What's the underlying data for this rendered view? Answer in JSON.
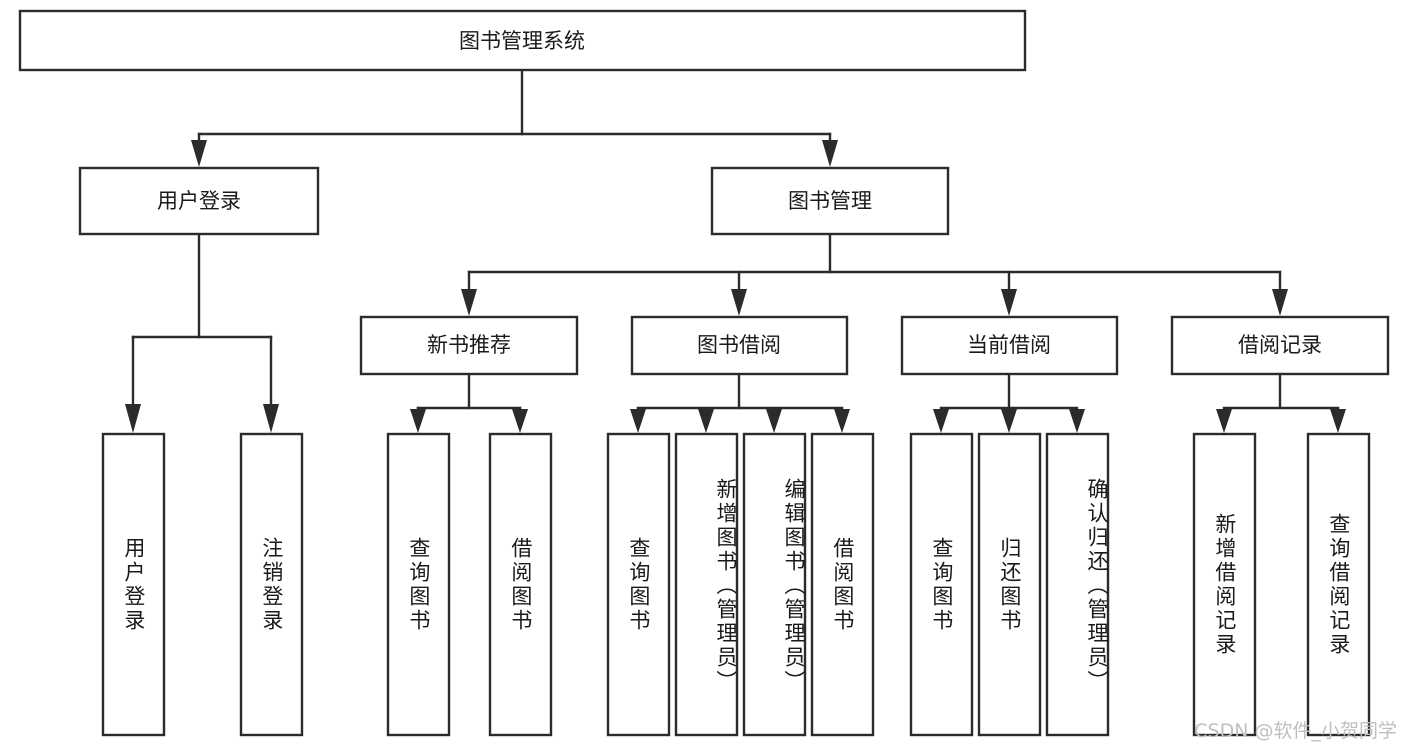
{
  "diagram": {
    "type": "tree-hierarchy-chart",
    "title": "图书管理系统",
    "orientation": "top-down",
    "colors": {
      "box_fill": "#ffffff",
      "box_stroke": "#2b2b2b",
      "text": "#1a1a1a",
      "background": "#ffffff",
      "watermark": "#bfbfbf"
    },
    "levels": {
      "level1": [
        {
          "id": "root",
          "label": "图书管理系统"
        }
      ],
      "level2": [
        {
          "id": "user-login",
          "label": "用户登录",
          "parent": "root"
        },
        {
          "id": "book-manage",
          "label": "图书管理",
          "parent": "root"
        }
      ],
      "level3": [
        {
          "id": "new-book-rec",
          "label": "新书推荐",
          "parent": "book-manage"
        },
        {
          "id": "book-borrow",
          "label": "图书借阅",
          "parent": "book-manage"
        },
        {
          "id": "current-borrow",
          "label": "当前借阅",
          "parent": "book-manage"
        },
        {
          "id": "borrow-record",
          "label": "借阅记录",
          "parent": "book-manage"
        }
      ],
      "leaves": [
        {
          "id": "leaf-user-login",
          "label": "用户登录",
          "parent": "user-login"
        },
        {
          "id": "leaf-logout-login",
          "label": "注销登录",
          "parent": "user-login"
        },
        {
          "id": "leaf-query-book-1",
          "label": "查询图书",
          "parent": "new-book-rec"
        },
        {
          "id": "leaf-borrow-book-1",
          "label": "借阅图书",
          "parent": "new-book-rec"
        },
        {
          "id": "leaf-query-book-2",
          "label": "查询图书",
          "parent": "book-borrow"
        },
        {
          "id": "leaf-add-book",
          "label": "新增图书（管理员）",
          "parent": "book-borrow"
        },
        {
          "id": "leaf-edit-book",
          "label": "编辑图书（管理员）",
          "parent": "book-borrow"
        },
        {
          "id": "leaf-borrow-book-2",
          "label": "借阅图书",
          "parent": "book-borrow"
        },
        {
          "id": "leaf-query-book-3",
          "label": "查询图书",
          "parent": "current-borrow"
        },
        {
          "id": "leaf-return-book",
          "label": "归还图书",
          "parent": "current-borrow"
        },
        {
          "id": "leaf-confirm-return",
          "label": "确认归还（管理员）",
          "parent": "current-borrow"
        },
        {
          "id": "leaf-add-record",
          "label": "新增借阅记录",
          "parent": "borrow-record"
        },
        {
          "id": "leaf-query-record",
          "label": "查询借阅记录",
          "parent": "borrow-record"
        }
      ]
    },
    "watermark": "CSDN @软件_小贺同学"
  }
}
